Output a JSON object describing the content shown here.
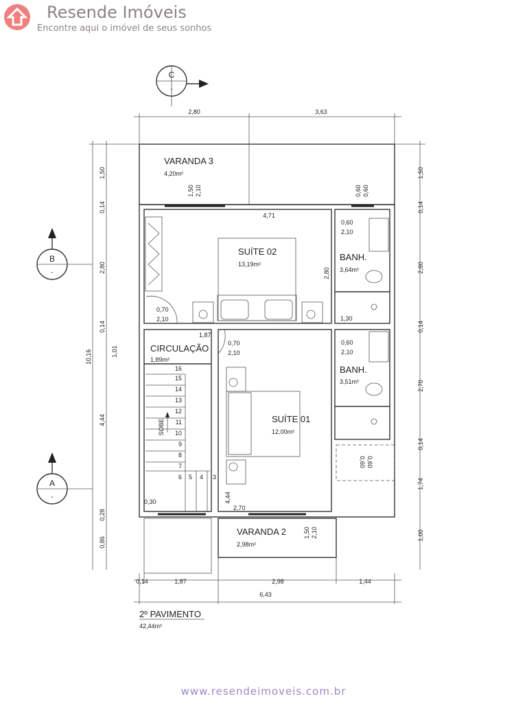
{
  "header": {
    "brand": "Resende Imóveis",
    "tagline": "Encontre aqui o imóvel de seus sonhos"
  },
  "footer": {
    "url": "www.resendeimoveis.com.br"
  },
  "sections": {
    "c": "C",
    "b": "B",
    "a": "A",
    "dash": "-"
  },
  "rooms": {
    "varanda3": {
      "name": "VARANDA 3",
      "area": "4,20m²"
    },
    "suite02": {
      "name": "SUÍTE 02",
      "area": "13,19m²"
    },
    "banh_upper": {
      "name": "BANH.",
      "area": "3,64m²"
    },
    "circulacao": {
      "name": "CIRCULAÇÃO",
      "area": "1,89m²"
    },
    "suite01": {
      "name": "SUÍTE 01",
      "area": "12,00m²"
    },
    "banh_lower": {
      "name": "BANH.",
      "area": "3,51m²"
    },
    "varanda2": {
      "name": "VARANDA 2",
      "area": "2,98m²"
    }
  },
  "floor": {
    "name": "2º PAVIMENTO",
    "area": "42,44m²"
  },
  "stairs": {
    "label": "SOBE",
    "steps": [
      "16",
      "15",
      "14",
      "13",
      "12",
      "11",
      "10",
      "9",
      "8",
      "7",
      "6",
      "5",
      "4",
      "3"
    ]
  },
  "dims": {
    "top": [
      "2,80",
      "3,63"
    ],
    "bottom": [
      "0,14",
      "1,87",
      "2,98",
      "1,44"
    ],
    "bottom_total": "6,43",
    "left": [
      "1,50",
      "0,14",
      "2,80",
      "0,14",
      "4,44",
      "0,28",
      "0,86"
    ],
    "left_total": "10,16",
    "left_inner": "1,01",
    "right": [
      "1,50",
      "0,14",
      "2,80",
      "0,14",
      "2,70",
      "0,14",
      "1,74",
      "1,00"
    ],
    "interior": {
      "w471": "4,71",
      "h280": "2,80",
      "w130": "1,30",
      "w187": "1,87",
      "h444": "4,44",
      "w270": "2,70",
      "w030": "0,30"
    },
    "openings": {
      "v3_win_w": "1,50",
      "v3_win_h": "2,10",
      "bw_top_w": "0,60",
      "bw_top_h": "0,60",
      "door_s2_w": "0,70",
      "door_s2_h": "2,10",
      "door_b1_w": "0,60",
      "door_b1_h": "2,10",
      "door_s1_w": "0,70",
      "door_s1_h": "2,10",
      "door_b2_w": "0,60",
      "door_b2_h": "2,10",
      "win_dash_w": "0,60",
      "win_dash_h": "0,60",
      "v2_win_w": "1,50",
      "v2_win_h": "2,10"
    }
  }
}
